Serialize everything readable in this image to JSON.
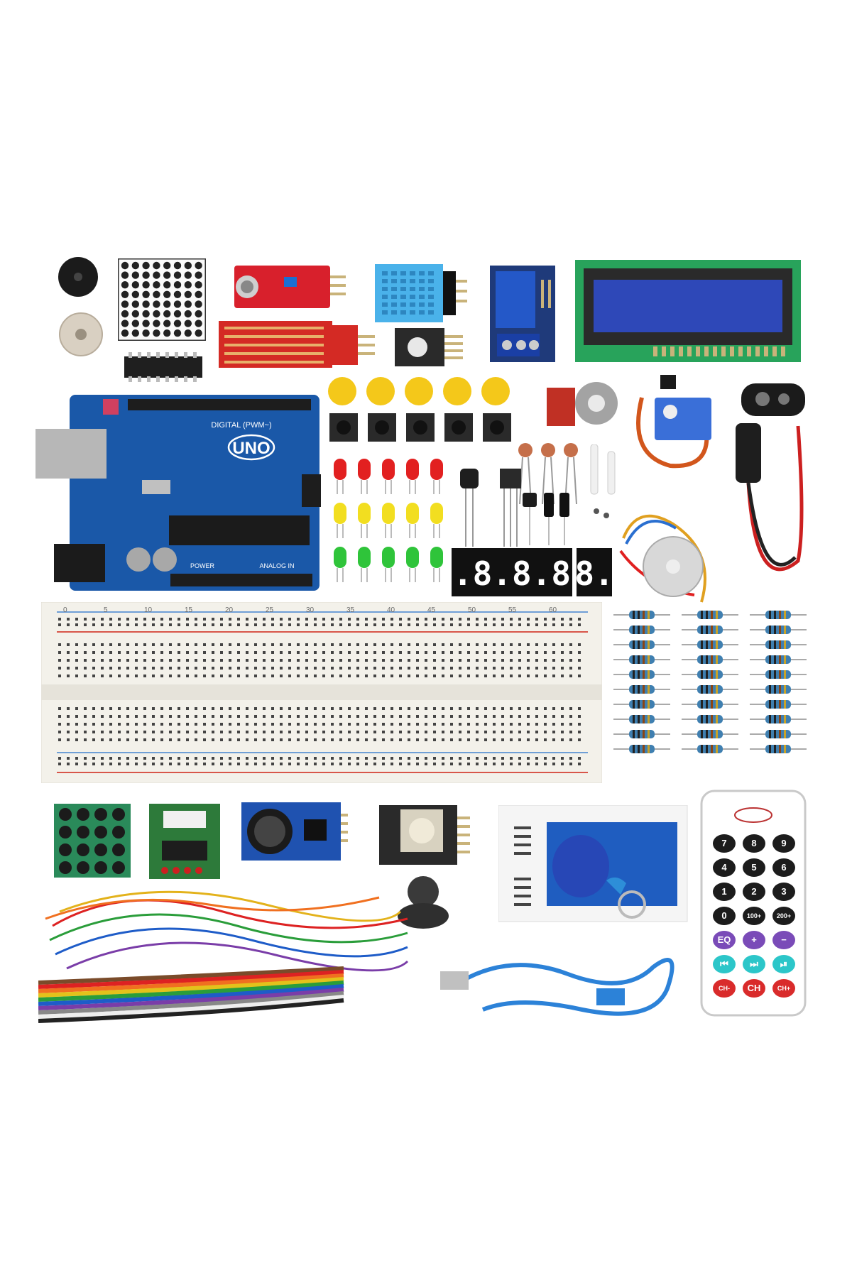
{
  "uno": {
    "logo": "UNO",
    "digital": "DIGITAL (PWM~)",
    "power": "POWER",
    "analog": "ANALOG IN"
  },
  "breadboard": {
    "numbers_top": [
      "0",
      "5",
      "10",
      "15",
      "20",
      "25",
      "30",
      "35",
      "40",
      "45",
      "50",
      "55",
      "60"
    ]
  },
  "segment": {
    "four_digit": "8.8.8.8.",
    "one_digit": "8."
  },
  "remote": {
    "buttons": [
      "7",
      "8",
      "9",
      "4",
      "5",
      "6",
      "1",
      "2",
      "3",
      "0",
      "100+",
      "200+",
      "EQ",
      "+",
      "−",
      "⏮",
      "⏭",
      "⏯",
      "CH-",
      "CH",
      "CH+"
    ],
    "colors": {
      "purple": "#7a4bb8",
      "cyan": "#2cc6c9",
      "red": "#d92b2b",
      "black": "#1c1c1c"
    }
  },
  "colors": {
    "pcb_blue": "#1a58a8",
    "breadboard": "#f3f1ea",
    "led_red": "#e22020",
    "led_yellow": "#f2de20",
    "led_green": "#2fc43a",
    "cap_yellow": "#f4c81a"
  }
}
